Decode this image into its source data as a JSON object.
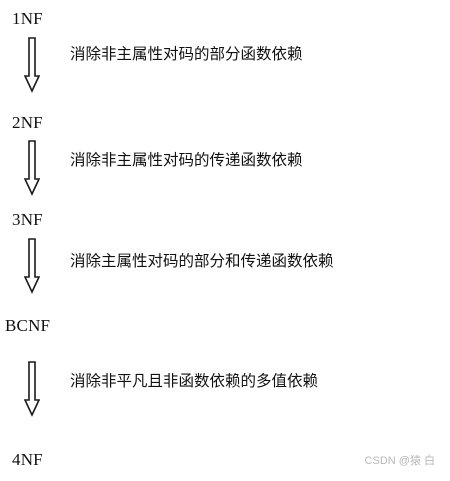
{
  "levels": {
    "nf1": "1NF",
    "nf2": "2NF",
    "nf3": "3NF",
    "bcnf": "BCNF",
    "nf4": "4NF"
  },
  "steps": {
    "s1": "消除非主属性对码的部分函数依赖",
    "s2": "消除非主属性对码的传递函数依赖",
    "s3": "消除主属性对码的部分和传递函数依赖",
    "s4": "消除非平凡且非函数依赖的多值依赖"
  },
  "watermark": "CSDN @猿 白"
}
